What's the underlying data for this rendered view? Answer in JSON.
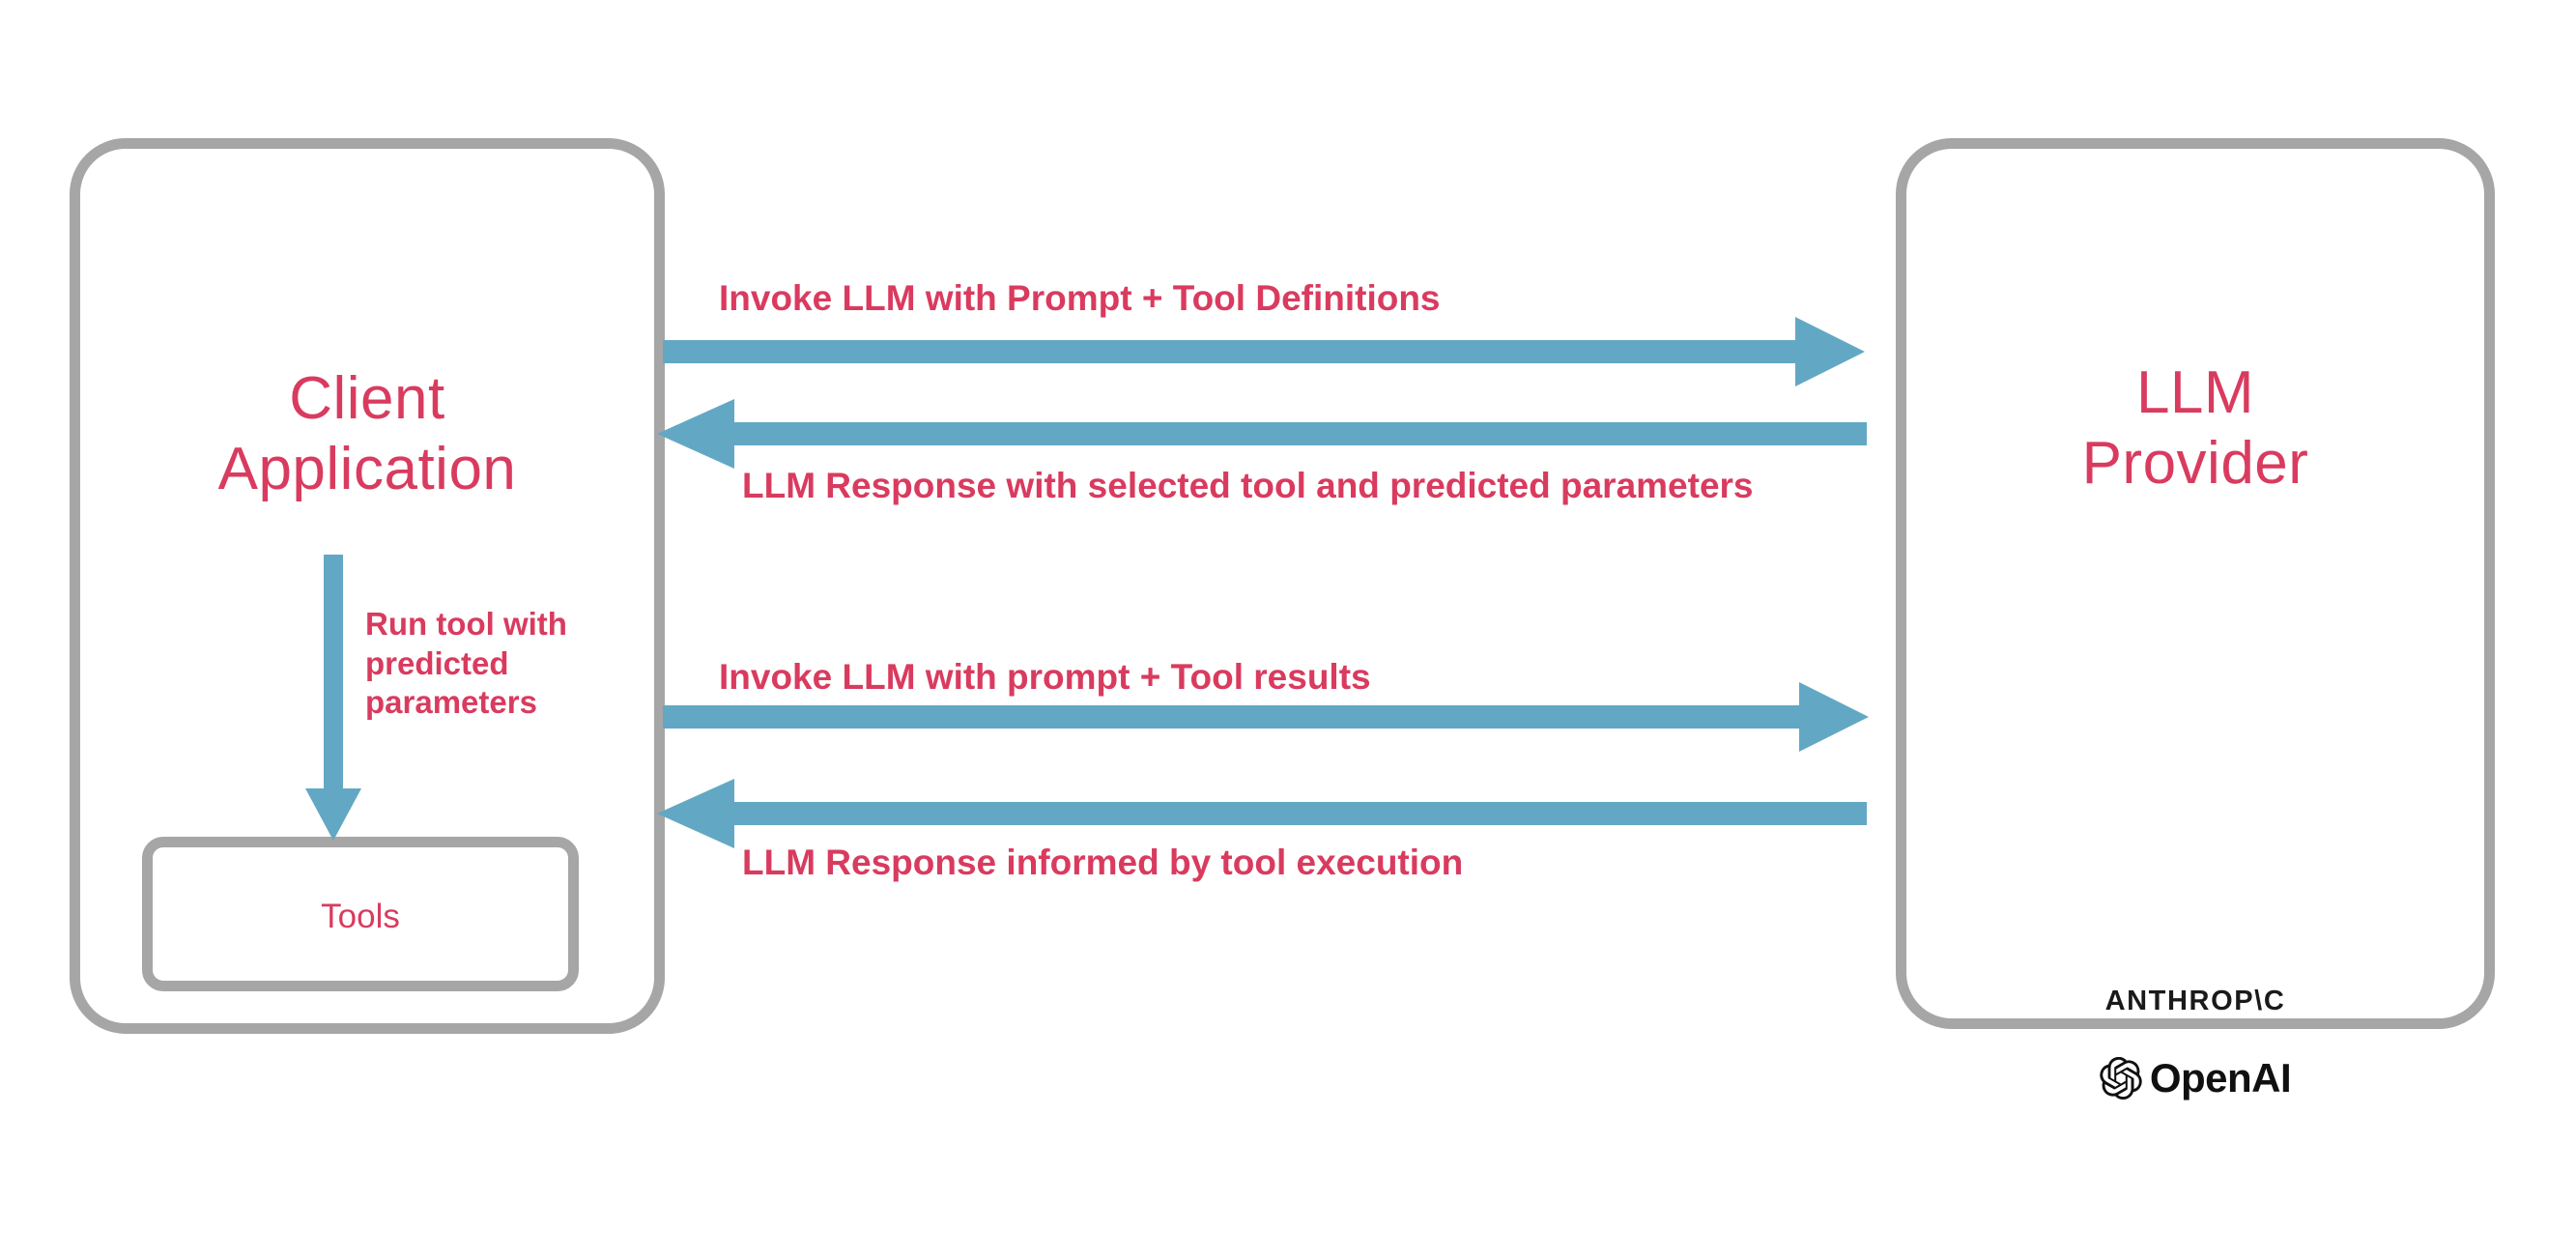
{
  "diagram": {
    "title": "LLM tool-calling sequence",
    "colors": {
      "accent_text": "#d93b5f",
      "box_border": "#a6a6a6",
      "arrow": "#62a8c4",
      "logo_text": "#1a1a1a",
      "background": "#ffffff"
    },
    "client": {
      "title_line1": "Client",
      "title_line2": "Application",
      "tools_label": "Tools",
      "internal_arrow_label": "Run tool with predicted parameters"
    },
    "provider": {
      "title_line1": "LLM",
      "title_line2": "Provider",
      "logos": [
        {
          "name": "anthropic-logo",
          "text": "ANTHROP\\C"
        },
        {
          "name": "openai-logo",
          "text": "OpenAI"
        }
      ]
    },
    "flows": [
      {
        "id": "flow-1",
        "label": "Invoke LLM with Prompt + Tool Definitions",
        "direction": "client-to-provider"
      },
      {
        "id": "flow-2",
        "label": "LLM Response with selected tool and predicted parameters",
        "direction": "provider-to-client"
      },
      {
        "id": "flow-3",
        "label": "Invoke LLM with prompt + Tool results",
        "direction": "client-to-provider"
      },
      {
        "id": "flow-4",
        "label": "LLM Response informed by tool execution",
        "direction": "provider-to-client"
      }
    ]
  }
}
